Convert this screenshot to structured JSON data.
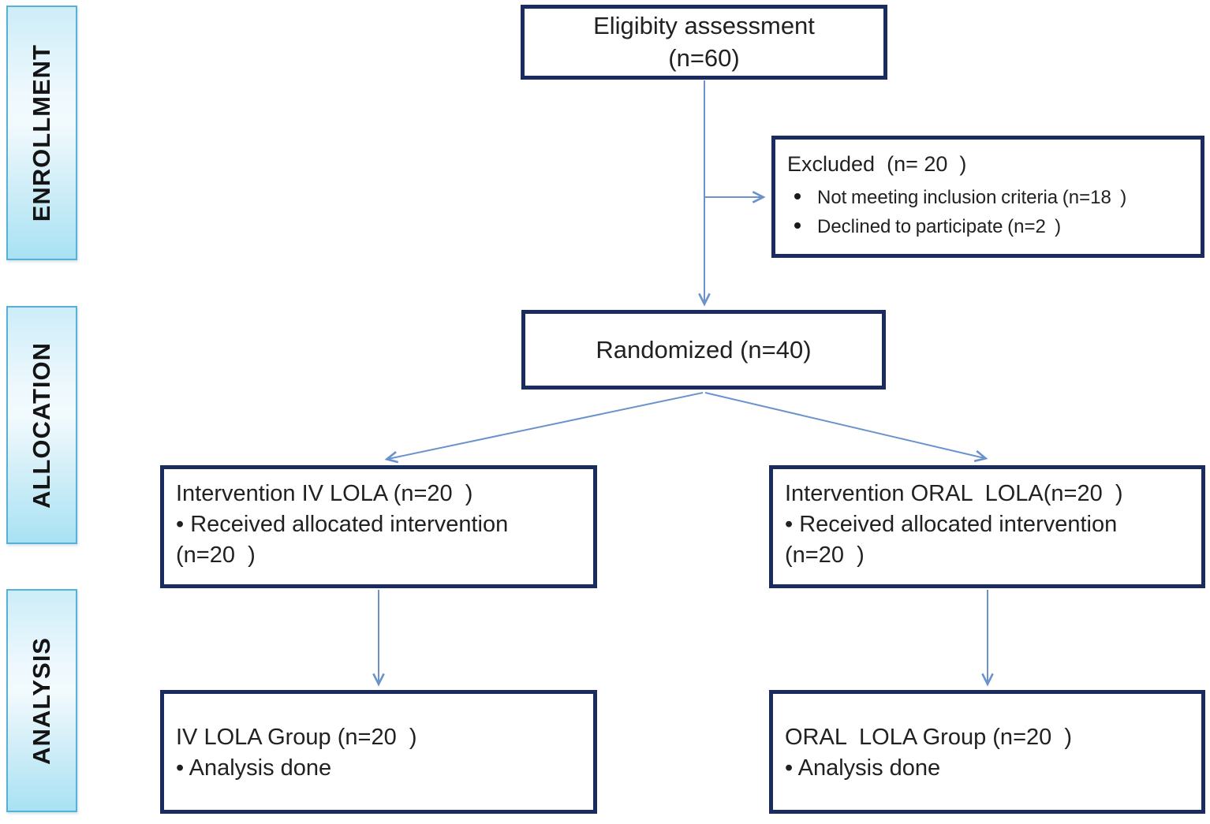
{
  "stages": [
    {
      "label": "ENROLLMENT"
    },
    {
      "label": "ALLOCATION"
    },
    {
      "label": "ANALYSIS"
    }
  ],
  "boxes": {
    "eligibility": {
      "lines": [
        "Eligibity assessment",
        "(n=60)"
      ]
    },
    "excluded": {
      "title": "Excluded  (n= 20  )",
      "bullets": [
        "Not meeting inclusion criteria (n=18  )",
        "Declined to participate (n=2  )"
      ]
    },
    "randomized": {
      "label": "Randomized (n=40)"
    },
    "intervention_iv": {
      "lines": [
        "Intervention IV LOLA (n=20  )",
        "• Received allocated intervention",
        "(n=20  )"
      ]
    },
    "intervention_oral": {
      "lines": [
        "Intervention ORAL  LOLA(n=20  )",
        "• Received allocated intervention",
        "(n=20  )"
      ]
    },
    "analysis_iv": {
      "lines": [
        "IV LOLA Group (n=20  )",
        "• Analysis done"
      ]
    },
    "analysis_oral": {
      "lines": [
        "ORAL  LOLA Group (n=20  )",
        "• Analysis done"
      ]
    }
  },
  "colors": {
    "box_border": "#1a2b5f",
    "arrow_blue": "#6b93cb",
    "stage_border": "#58b0d4",
    "stage_fill_top": "#cdedf8",
    "stage_fill_light": "#eef8fd",
    "stage_fill_bottom": "#a8e2f4",
    "text_color": "#212121"
  }
}
